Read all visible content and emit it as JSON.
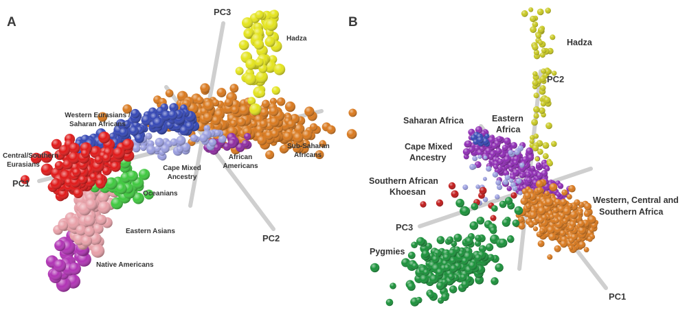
{
  "chart_data": [
    {
      "panel": "A",
      "type": "scatter",
      "axes": [
        "PC1",
        "PC2",
        "PC3"
      ],
      "groups": [
        {
          "name": "Hadza",
          "color": "#e4e41c"
        },
        {
          "name": "Western Eurasians / Saharan Africans",
          "color": "#3346b4"
        },
        {
          "name": "Sub-Saharan Africans",
          "color": "#d9781c"
        },
        {
          "name": "Central/Southern Eurasians",
          "color": "#e01818"
        },
        {
          "name": "Cape Mixed Ancestry",
          "color": "#9a9ee0"
        },
        {
          "name": "African Americans",
          "color": "#8e2aa0"
        },
        {
          "name": "Oceanians",
          "color": "#3ec83e"
        },
        {
          "name": "Eastern Asians",
          "color": "#e8a0a8"
        },
        {
          "name": "Native Americans",
          "color": "#b032b4"
        }
      ]
    },
    {
      "panel": "B",
      "type": "scatter",
      "axes": [
        "PC1",
        "PC2",
        "PC3"
      ],
      "groups": [
        {
          "name": "Hadza",
          "color": "#c8c820"
        },
        {
          "name": "Saharan Africa",
          "color": "#3346b4"
        },
        {
          "name": "Eastern Africa",
          "color": "#8e2ab4"
        },
        {
          "name": "Cape Mixed Ancestry",
          "color": "#9a9ee0"
        },
        {
          "name": "Southern African Khoesan",
          "color": "#c01818"
        },
        {
          "name": "Pygmies",
          "color": "#189038"
        },
        {
          "name": "Western, Central and Southern Africa",
          "color": "#d9781c"
        }
      ]
    }
  ],
  "panels": {
    "A": {
      "letter": "A",
      "axes": {
        "pc1": "PC1",
        "pc2": "PC2",
        "pc3": "PC3"
      },
      "labels": {
        "hadza": "Hadza",
        "we_line1": "Western Eurasians /",
        "we_line2": "Saharan Africans",
        "ss_line1": "Sub-Saharan",
        "ss_line2": "Africans",
        "cs_line1": "Central/Southern",
        "cs_line2": "Eurasians",
        "cape_line1": "Cape Mixed",
        "cape_line2": "Ancestry",
        "aa_line1": "African",
        "aa_line2": "Americans",
        "oceanians": "Oceanians",
        "eastern_asians": "Eastern Asians",
        "native_americans": "Native Americans"
      }
    },
    "B": {
      "letter": "B",
      "axes": {
        "pc1": "PC1",
        "pc2": "PC2",
        "pc3": "PC3"
      },
      "labels": {
        "hadza": "Hadza",
        "saharan": "Saharan Africa",
        "eastern_line1": "Eastern",
        "eastern_line2": "Africa",
        "cape_line1": "Cape Mixed",
        "cape_line2": "Ancestry",
        "khoesan_line1": "Southern African",
        "khoesan_line2": "Khoesan",
        "pygmies": "Pygmies",
        "wcs_line1": "Western, Central and",
        "wcs_line2": "Southern Africa"
      }
    }
  }
}
